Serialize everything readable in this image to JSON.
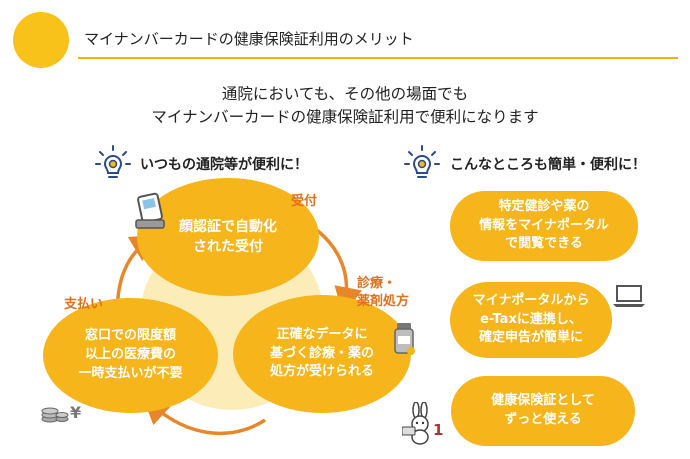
{
  "header": {
    "title": "マイナンバーカードの健康保険証利用のメリット"
  },
  "intro": {
    "line1": "通院においても、その他の場面でも",
    "line2": "マイナンバーカードの健康保険証利用で便利になります"
  },
  "left_section": {
    "title": "いつもの通院等が便利に！",
    "bubbles": [
      {
        "lines": [
          "顔認証で自動化",
          "された受付"
        ]
      },
      {
        "lines": [
          "正確なデータに",
          "基づく診療・薬の",
          "処方が受けられる"
        ]
      },
      {
        "lines": [
          "窓口での限度額",
          "以上の医療費の",
          "一時支払いが不要"
        ]
      }
    ],
    "steps": {
      "reception": "受付",
      "diagnosis_line1": "診療・",
      "diagnosis_line2": "薬剤処方",
      "payment": "支払い"
    }
  },
  "right_section": {
    "title": "こんなところも簡単・便利に！",
    "pills": [
      {
        "lines": [
          "特定健診や薬の",
          "情報をマイナポータル",
          "で閲覧できる"
        ]
      },
      {
        "lines": [
          "マイナポータルから",
          "e-Taxに連携し、",
          "確定申告が簡単に"
        ]
      },
      {
        "lines": [
          "健康保険証として",
          "ずっと使える"
        ]
      }
    ],
    "mascot_number": "1"
  },
  "colors": {
    "accent": "#F5B51B",
    "label": "#E3701B",
    "line": "#F3B100",
    "arrow": "#E8872A",
    "backdrop": "#FCEDB8"
  },
  "icons": [
    "lightbulb-gear-icon",
    "card-reader-icon",
    "medicine-icon",
    "coins-yen-icon",
    "laptop-icon",
    "mascot-icon"
  ]
}
